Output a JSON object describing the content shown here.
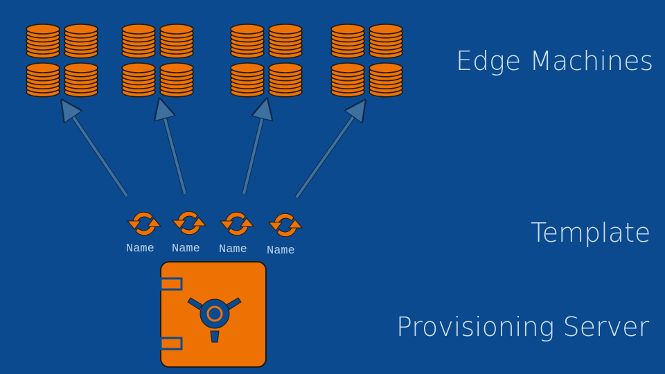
{
  "labels": {
    "edge": "Edge Machines",
    "template": "Template",
    "server": "Provisioning Server"
  },
  "templates": [
    "Name",
    "Name",
    "Name",
    "Name"
  ],
  "colors": {
    "background": "#0b4a8e",
    "accent": "#ee7203",
    "arrow": "#3d6f9f",
    "text": "#cfe0f3"
  }
}
